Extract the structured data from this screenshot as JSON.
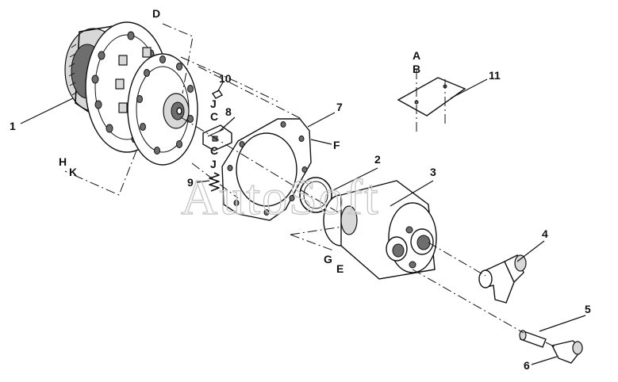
{
  "watermark": "AutoSoft",
  "callouts": {
    "p1": "1",
    "p2": "2",
    "p3": "3",
    "p4": "4",
    "p5": "5",
    "p6": "6",
    "p7": "7",
    "p8": "8",
    "p9": "9",
    "p10": "10",
    "p11": "11"
  },
  "refs": {
    "A": "A",
    "B": "B",
    "C1": "C",
    "C2": "C",
    "D": "D",
    "E": "E",
    "F": "F",
    "G": "G",
    "H": "H",
    "J1": "J",
    "J2": "J",
    "K": "K"
  }
}
